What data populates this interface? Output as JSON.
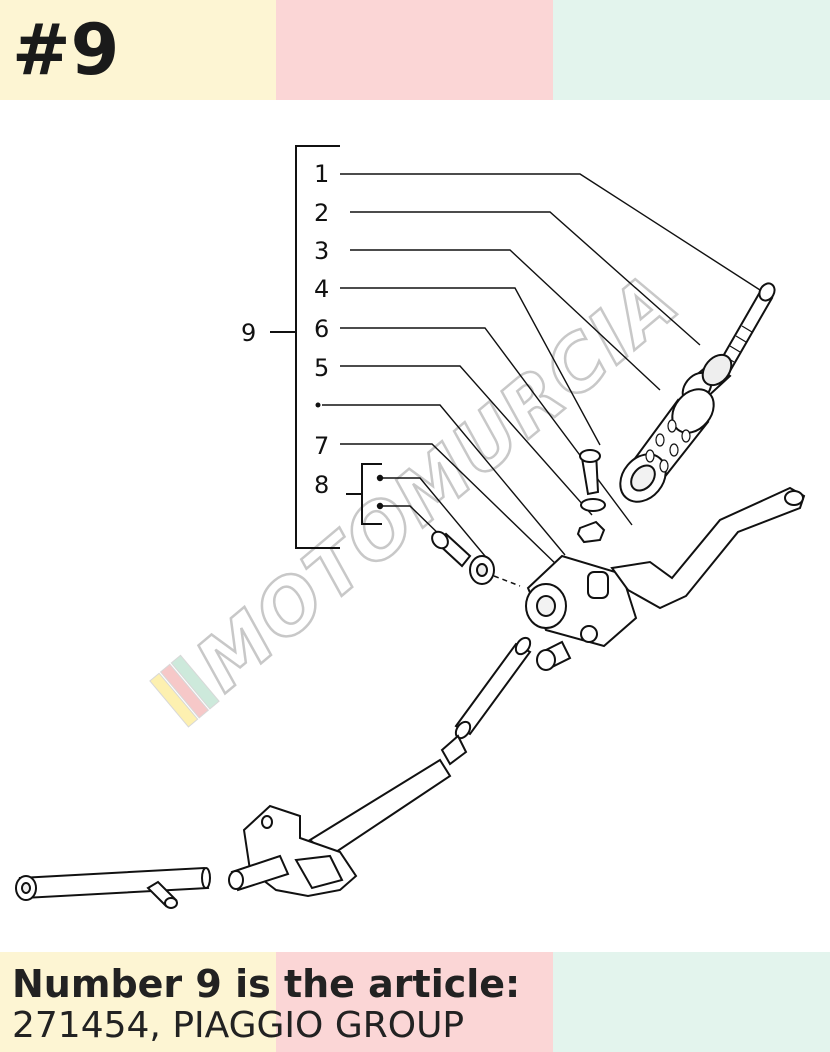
{
  "header": {
    "badge": "#9"
  },
  "diagram": {
    "group_label": "9",
    "callouts": [
      "1",
      "2",
      "3",
      "4",
      "6",
      "5",
      "7",
      "8"
    ],
    "watermark": "MOTOMURCIA"
  },
  "footer": {
    "line1": "Number 9 is the article:",
    "line2": "271454, PIAGGIO GROUP"
  },
  "colors": {
    "band_yellow": "#fdf5d3",
    "band_pink": "#fbd6d6",
    "band_mint": "#e3f4ed",
    "text": "#222222"
  }
}
